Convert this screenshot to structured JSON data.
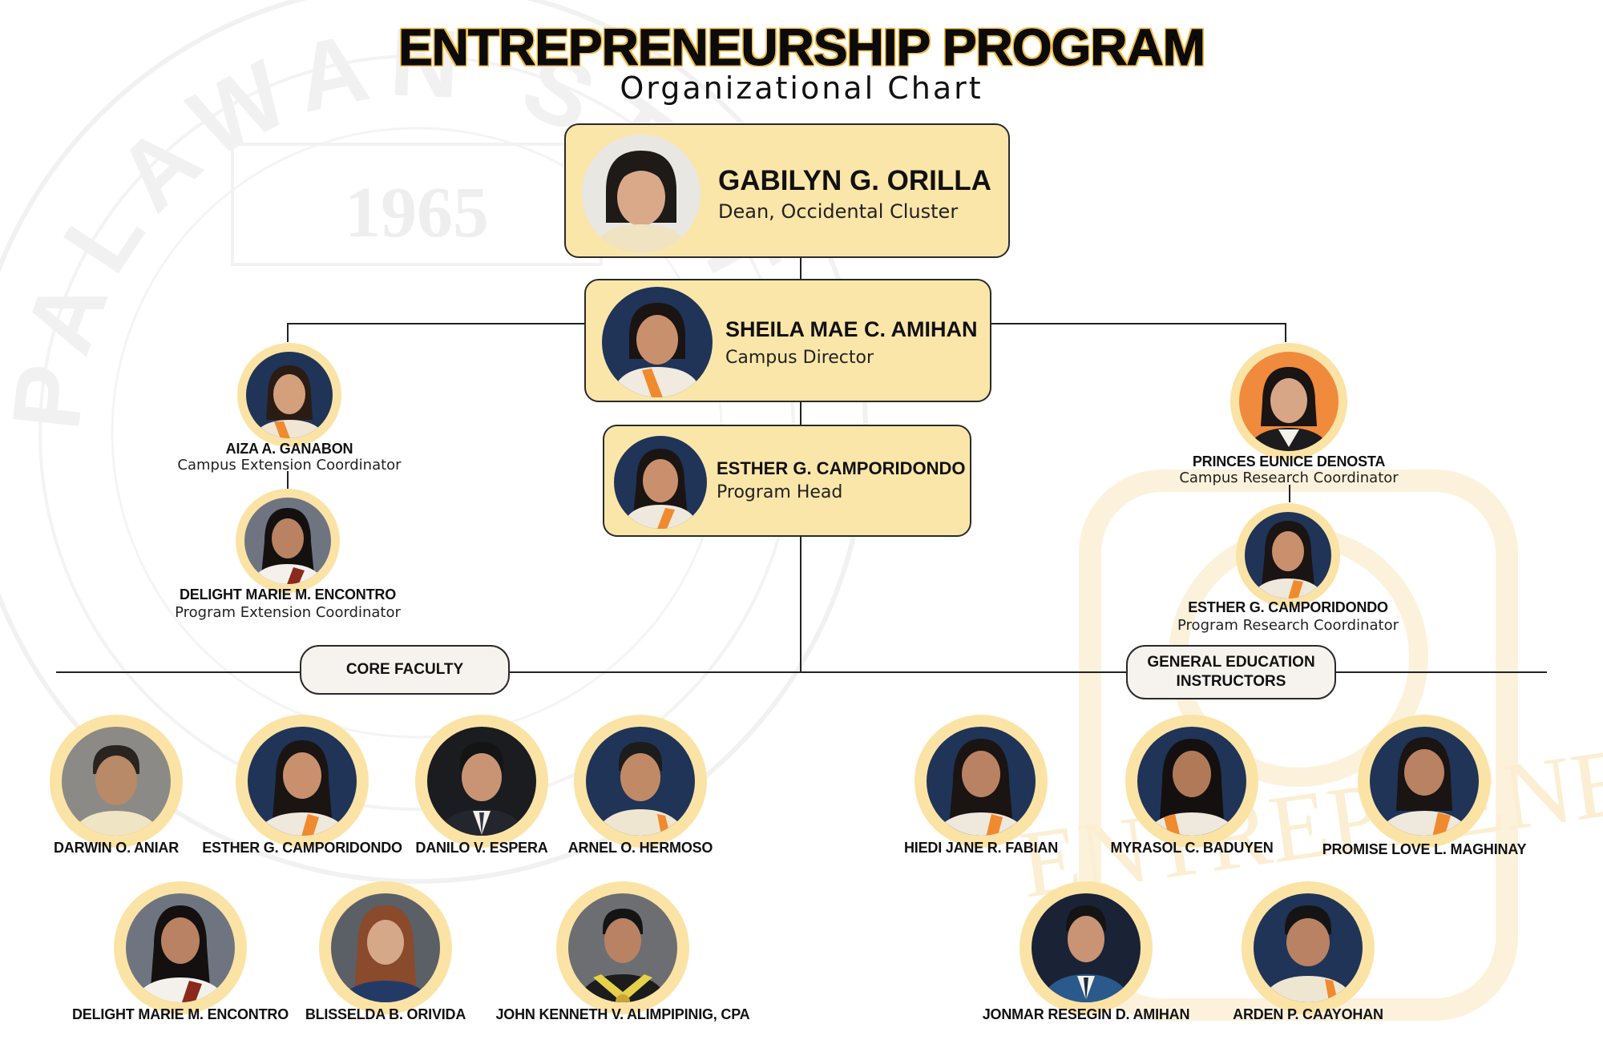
{
  "header": {
    "title": "ENTREPRENEURSHIP PROGRAM",
    "subtitle": "Organizational Chart"
  },
  "colors": {
    "card_fill": "#fbe6a9",
    "photo_ring": "#fbe3a6",
    "title_outline": "#f2b93b",
    "pill_fill": "#f6f3ef"
  },
  "leadership": {
    "dean": {
      "name": "GABILYN G. ORILLA",
      "role": "Dean, Occidental Cluster"
    },
    "director": {
      "name": "SHEILA MAE C. AMIHAN",
      "role": "Campus Director"
    },
    "program_head": {
      "name": "ESTHER G. CAMPORIDONDO",
      "role": "Program Head"
    }
  },
  "extension": {
    "campus": {
      "name": "AIZA A. GANABON",
      "role": "Campus Extension Coordinator"
    },
    "program": {
      "name": "DELIGHT MARIE M. ENCONTRO",
      "role": "Program Extension Coordinator"
    }
  },
  "research": {
    "campus": {
      "name": "PRINCES EUNICE DENOSTA",
      "role": "Campus Research Coordinator"
    },
    "program": {
      "name": "ESTHER G. CAMPORIDONDO",
      "role": "Program Research Coordinator"
    }
  },
  "core_faculty": {
    "label": "CORE FACULTY",
    "members": [
      "DARWIN O. ANIAR",
      "ESTHER G. CAMPORIDONDO",
      "DANILO V. ESPERA",
      "ARNEL O. HERMOSO",
      "DELIGHT MARIE M. ENCONTRO",
      "BLISSELDA B. ORIVIDA",
      "JOHN KENNETH V. ALIMPIPINIG, CPA"
    ]
  },
  "gen_ed": {
    "label_line1": "GENERAL EDUCATION",
    "label_line2": "INSTRUCTORS",
    "members": [
      "HIEDI JANE R. FABIAN",
      "MYRASOL C. BADUYEN",
      "PROMISE LOVE L. MAGHINAY",
      "JONMAR RESEGIN D. AMIHAN",
      "ARDEN P. CAAYOHAN"
    ]
  },
  "watermark": {
    "year": "1965",
    "seal_text": "PALAWAN STATE",
    "logo_text": "ENTREPRENEUR"
  }
}
